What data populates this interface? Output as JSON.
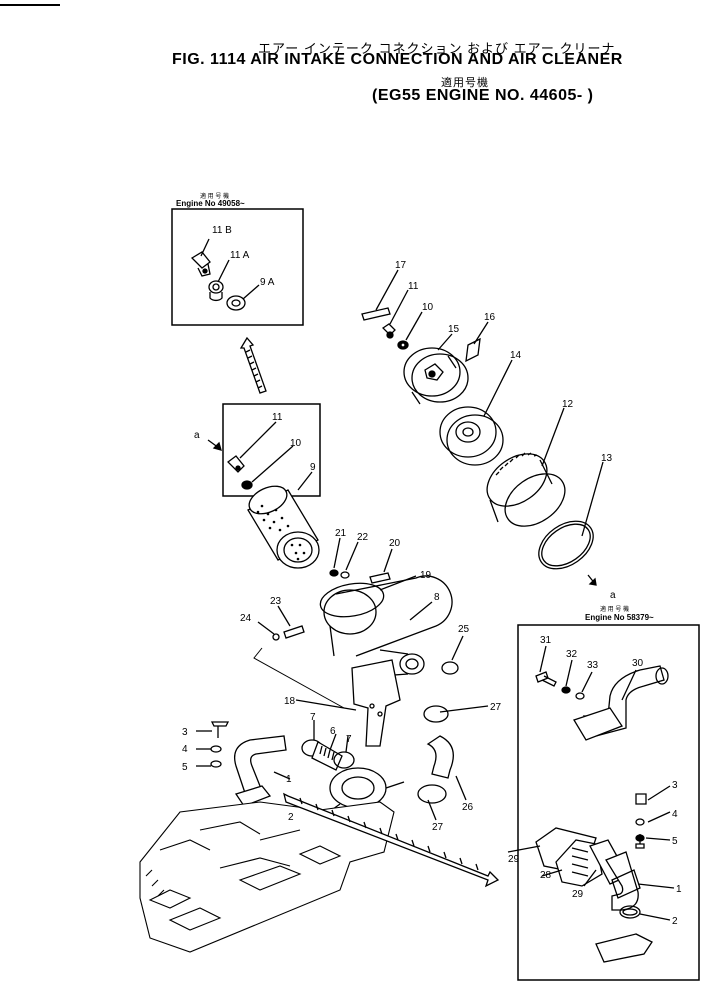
{
  "header": {
    "title_jp": "エアー インテーク コネクション および エアー クリーナ",
    "title_en": "FIG. 1114  AIR INTAKE CONNECTION AND AIR CLEANER",
    "applicable_jp": "適用号機",
    "applicable_en": "(EG55 ENGINE NO. 44605- )"
  },
  "insets": {
    "top": {
      "label_jp": "適 用 号 機",
      "label_en": "Engine No 49058~"
    },
    "right": {
      "label_jp": "適 用 号 機",
      "label_en": "Engine No 58379~"
    }
  },
  "callouts": {
    "c11B": "11 B",
    "c11A": "11 A",
    "c9A": "9 A",
    "c17": "17",
    "c11a": "11",
    "c10a": "10",
    "c15": "15",
    "c16": "16",
    "c14": "14",
    "c12": "12",
    "c13": "13",
    "ca_right": "a",
    "ca_left": "a",
    "c11b": "11",
    "c10b": "10",
    "c9": "9",
    "c21": "21",
    "c22": "22",
    "c20": "20",
    "c19": "19",
    "c8": "8",
    "c23": "23",
    "c24": "24",
    "c25": "25",
    "c18": "18",
    "c27a": "27",
    "c3": "3",
    "c4": "4",
    "c5": "5",
    "c7a": "7",
    "c6": "6",
    "c7b": "7",
    "c1": "1",
    "c2": "2",
    "c26": "26",
    "c27b": "27",
    "c31": "31",
    "c32": "32",
    "c33": "33",
    "c30": "30",
    "c3r": "3",
    "c4r": "4",
    "c5r": "5",
    "c29a": "29",
    "c28": "28",
    "c29b": "29",
    "c1r": "1",
    "c2r": "2"
  }
}
